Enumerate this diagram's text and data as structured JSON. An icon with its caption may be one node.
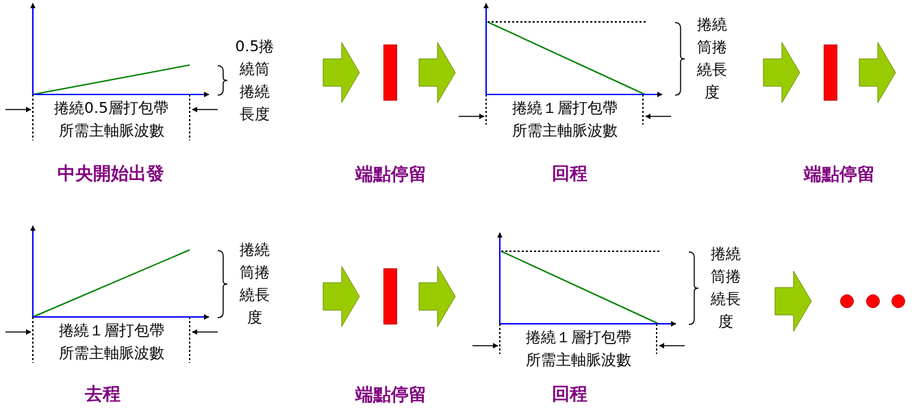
{
  "diagram": {
    "nodes": [
      {
        "text": [
          "0.5捲繞筒捲繞長度",
          "捲繞0.5層打包帶所需主軸脈波數"
        ],
        "beside": [
          "中央開始出發"
        ]
      },
      {
        "text": [],
        "shape": "bar",
        "beside": [
          "端點停留"
        ]
      },
      {
        "text": [
          "捲繞筒捲繞長度",
          "捲繞１層打包帶所需主軸脈波數"
        ],
        "beside": [
          "回程"
        ]
      },
      {
        "text": [],
        "shape": "bar",
        "beside": [
          "端點停留"
        ]
      },
      {
        "text": [
          "捲繞筒捲繞長度",
          "捲繞１層打包帶所需主軸脈波數"
        ],
        "beside": [
          "去程"
        ]
      },
      {
        "text": [],
        "shape": "bar",
        "beside": [
          "端點停留"
        ]
      },
      {
        "text": [
          "捲繞筒捲繞長度",
          "捲繞１層打包帶所需主軸脈波數"
        ],
        "beside": [
          "回程"
        ]
      },
      {
        "text": [],
        "shape": "circle"
      },
      {
        "text": [],
        "shape": "circle"
      },
      {
        "text": [],
        "shape": "circle"
      }
    ],
    "edges": [
      {
        "from": 0,
        "to": 1,
        "arrow": "to"
      },
      {
        "from": 1,
        "to": 2,
        "arrow": "to"
      },
      {
        "from": 2,
        "to": 3,
        "arrow": "to"
      },
      {
        "from": 3,
        "to": null,
        "arrow": "to"
      },
      {
        "from": 4,
        "to": 5,
        "arrow": "to"
      },
      {
        "from": 5,
        "to": 6,
        "arrow": "to"
      },
      {
        "from": 6,
        "to": 7,
        "arrow": "to"
      }
    ]
  }
}
